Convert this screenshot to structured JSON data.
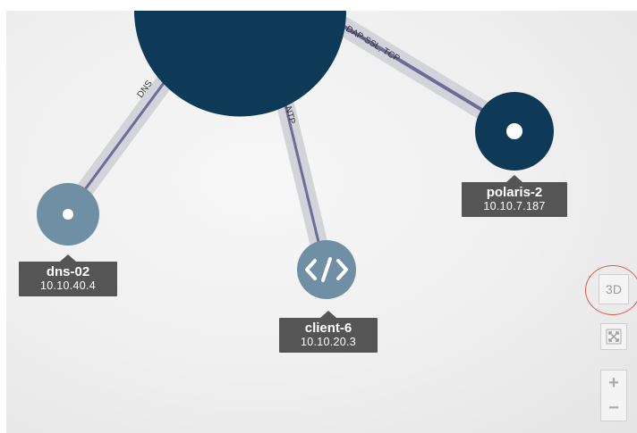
{
  "edges": [
    {
      "id": "dns",
      "label": "DNS"
    },
    {
      "id": "ntp",
      "label": "NTP"
    },
    {
      "id": "ldap",
      "label": "DAP-SSL, TCP"
    }
  ],
  "nodes": {
    "dns": {
      "name": "dns-02",
      "ip": "10.10.40.4",
      "icon": "circle-dot-icon"
    },
    "client": {
      "name": "client-6",
      "ip": "10.10.20.3",
      "icon": "code-icon"
    },
    "polaris": {
      "name": "polaris-2",
      "ip": "10.10.7.187",
      "icon": "circle-dot-icon"
    },
    "central": {
      "icon": "central-node"
    }
  },
  "controls": {
    "three_d_label": "3D",
    "fit_icon": "expand-icon",
    "zoom_in_label": "+",
    "zoom_out_label": "−"
  },
  "colors": {
    "central_node": "#0d3a56",
    "polaris_node": "#0e3a58",
    "secondary_node": "#6f8fa4",
    "edge_line": "#6f6a98",
    "edge_halo": "#d2d4da",
    "label_bg": "#555555",
    "highlight_ring": "#e05a4a"
  }
}
